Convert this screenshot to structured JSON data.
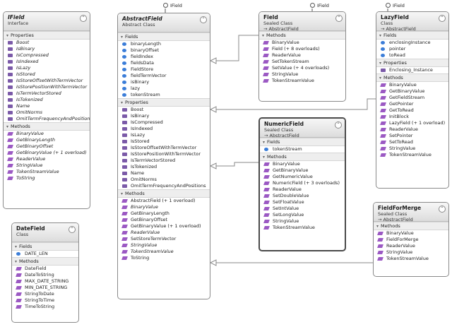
{
  "ifield": {
    "name": "IField",
    "kind": "Interface",
    "sections": [
      {
        "title": "Properties",
        "icon": "property-icon",
        "items": [
          "Boost",
          "IsBinary",
          "IsCompressed",
          "IsIndexed",
          "IsLazy",
          "IsStored",
          "IsStoreOffsetWithTermVector",
          "IsStorePositionWithTermVector",
          "IsTermVectorStored",
          "IsTokenized",
          "Name",
          "OmitNorms",
          "OmitTermFrequencyAndPositions"
        ]
      },
      {
        "title": "Methods",
        "icon": "method-icon",
        "items": [
          "BinaryValue",
          "GetBinaryLength",
          "GetBinaryOffset",
          "GetBinaryValue (+ 1 overload)",
          "ReaderValue",
          "StringValue",
          "TokenStreamValue",
          "ToString"
        ]
      }
    ]
  },
  "abstractfield": {
    "name": "AbstractField",
    "kind": "Abstract Class",
    "lollipop": "IField",
    "sections": [
      {
        "title": "Fields",
        "icon": "field-icon",
        "items": [
          "binaryLength",
          "binaryOffset",
          "fieldIndex",
          "fieldsData",
          "FieldStore",
          "fieldTermVector",
          "isBinary",
          "lazy",
          "tokenStream"
        ]
      },
      {
        "title": "Properties",
        "icon": "property-icon",
        "items": [
          "Boost",
          "IsBinary",
          "IsCompressed",
          "IsIndexed",
          "IsLazy",
          "IsStored",
          "IsStoreOffsetWithTermVector",
          "IsStorePositionWithTermVector",
          "IsTermVectorStored",
          "IsTokenized",
          "Name",
          "OmitNorms",
          "OmitTermFrequencyAndPositions"
        ]
      },
      {
        "title": "Methods",
        "icon": "method-icon",
        "items": [
          "AbstractField (+ 1 overload)",
          "BinaryValue",
          "GetBinaryLength",
          "GetBinaryOffset",
          "GetBinaryValue (+ 1 overload)",
          "ReaderValue",
          "SetStoreTermVector",
          "StringValue",
          "TokenStreamValue",
          "ToString"
        ]
      }
    ]
  },
  "field": {
    "name": "Field",
    "kind": "Sealed Class",
    "base": "→ AbstractField",
    "lollipop": "IField",
    "sections": [
      {
        "title": "Methods",
        "icon": "method-icon",
        "items": [
          "BinaryValue",
          "Field (+ 8 overloads)",
          "ReaderValue",
          "SetTokenStream",
          "SetValue (+ 4 overloads)",
          "StringValue",
          "TokenStreamValue"
        ]
      }
    ]
  },
  "lazyfield": {
    "name": "LazyField",
    "kind": "Class",
    "base": "→ AbstractField",
    "lollipop": "IField",
    "sections": [
      {
        "title": "Fields",
        "icon": "field-icon",
        "items": [
          "enclosingInstance",
          "pointer",
          "toRead"
        ]
      },
      {
        "title": "Properties",
        "icon": "property-icon",
        "items": [
          "Enclosing_Instance"
        ]
      },
      {
        "title": "Methods",
        "icon": "method-icon",
        "items": [
          "BinaryValue",
          "GetBinaryValue",
          "GetFieldStream",
          "GetPointer",
          "GetToRead",
          "InitBlock",
          "LazyField (+ 1 overload)",
          "ReaderValue",
          "SetPointer",
          "SetToRead",
          "StringValue",
          "TokenStreamValue"
        ]
      }
    ]
  },
  "numericfield": {
    "name": "NumericField",
    "kind": "Sealed Class",
    "base": "→ AbstractField",
    "sections": [
      {
        "title": "Fields",
        "icon": "field-icon",
        "items": [
          "tokenStream"
        ]
      },
      {
        "title": "Methods",
        "icon": "method-icon",
        "items": [
          "BinaryValue",
          "GetBinaryValue",
          "GetNumericValue",
          "NumericField (+ 3 overloads)",
          "ReaderValue",
          "SetDoubleValue",
          "SetFloatValue",
          "SetIntValue",
          "SetLongValue",
          "StringValue",
          "TokenStreamValue"
        ]
      }
    ]
  },
  "datefield": {
    "name": "DateField",
    "kind": "Class",
    "sections": [
      {
        "title": "Fields",
        "icon": "field-icon",
        "items": [
          "DATE_LEN"
        ]
      },
      {
        "title": "Methods",
        "icon": "method-icon",
        "items": [
          "DateField",
          "DateToString",
          "MAX_DATE_STRING",
          "MIN_DATE_STRING",
          "StringToDate",
          "StringToTime",
          "TimeToString"
        ]
      }
    ]
  },
  "fieldformerge": {
    "name": "FieldForMerge",
    "kind": "Sealed Class",
    "base": "→ AbstractField",
    "sections": [
      {
        "title": "Methods",
        "icon": "method-icon",
        "items": [
          "BinaryValue",
          "FieldForMerge",
          "ReaderValue",
          "StringValue",
          "TokenStreamValue"
        ]
      }
    ]
  }
}
